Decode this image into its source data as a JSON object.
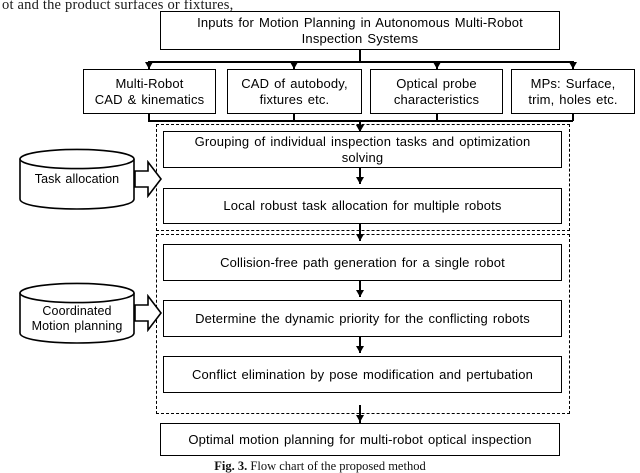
{
  "page": {
    "cut_text_above": "ot  and  the  product  surfaces  or  fixtures,",
    "caption_label": "Fig. 3.",
    "caption_text": " Flow chart of the proposed method"
  },
  "flowchart": {
    "title_box": {
      "line1": "Inputs for Motion Planning in Autonomous Multi-Robot",
      "line2": "Inspection Systems"
    },
    "input_boxes": [
      {
        "line1": "Multi-Robot",
        "line2": "CAD & kinematics"
      },
      {
        "line1": "CAD of autobody,",
        "line2": "fixtures etc."
      },
      {
        "line1": "Optical probe",
        "line2": "characteristics"
      },
      {
        "line1": "MPs: Surface,",
        "line2": "trim, holes etc."
      }
    ],
    "stage_1": {
      "cylinder_label_line1": "Task allocation",
      "cylinder_label_line2": "",
      "steps": [
        {
          "line1": "Grouping of individual inspection tasks and optimization",
          "line2": "solving"
        },
        {
          "line1": "Local robust task allocation for multiple robots",
          "line2": ""
        }
      ]
    },
    "stage_2": {
      "cylinder_label_line1": "Coordinated",
      "cylinder_label_line2": "Motion planning",
      "steps": [
        {
          "line1": "Collision-free path generation for a single robot",
          "line2": ""
        },
        {
          "line1": "Determine the dynamic priority for the conflicting robots",
          "line2": ""
        },
        {
          "line1": "Conflict elimination by pose modification and pertubation",
          "line2": ""
        }
      ]
    },
    "output_box": {
      "line1": "Optimal motion planning for multi-robot optical inspection",
      "line2": ""
    },
    "colors": {
      "stroke": "#000000",
      "fill": "#ffffff"
    }
  }
}
